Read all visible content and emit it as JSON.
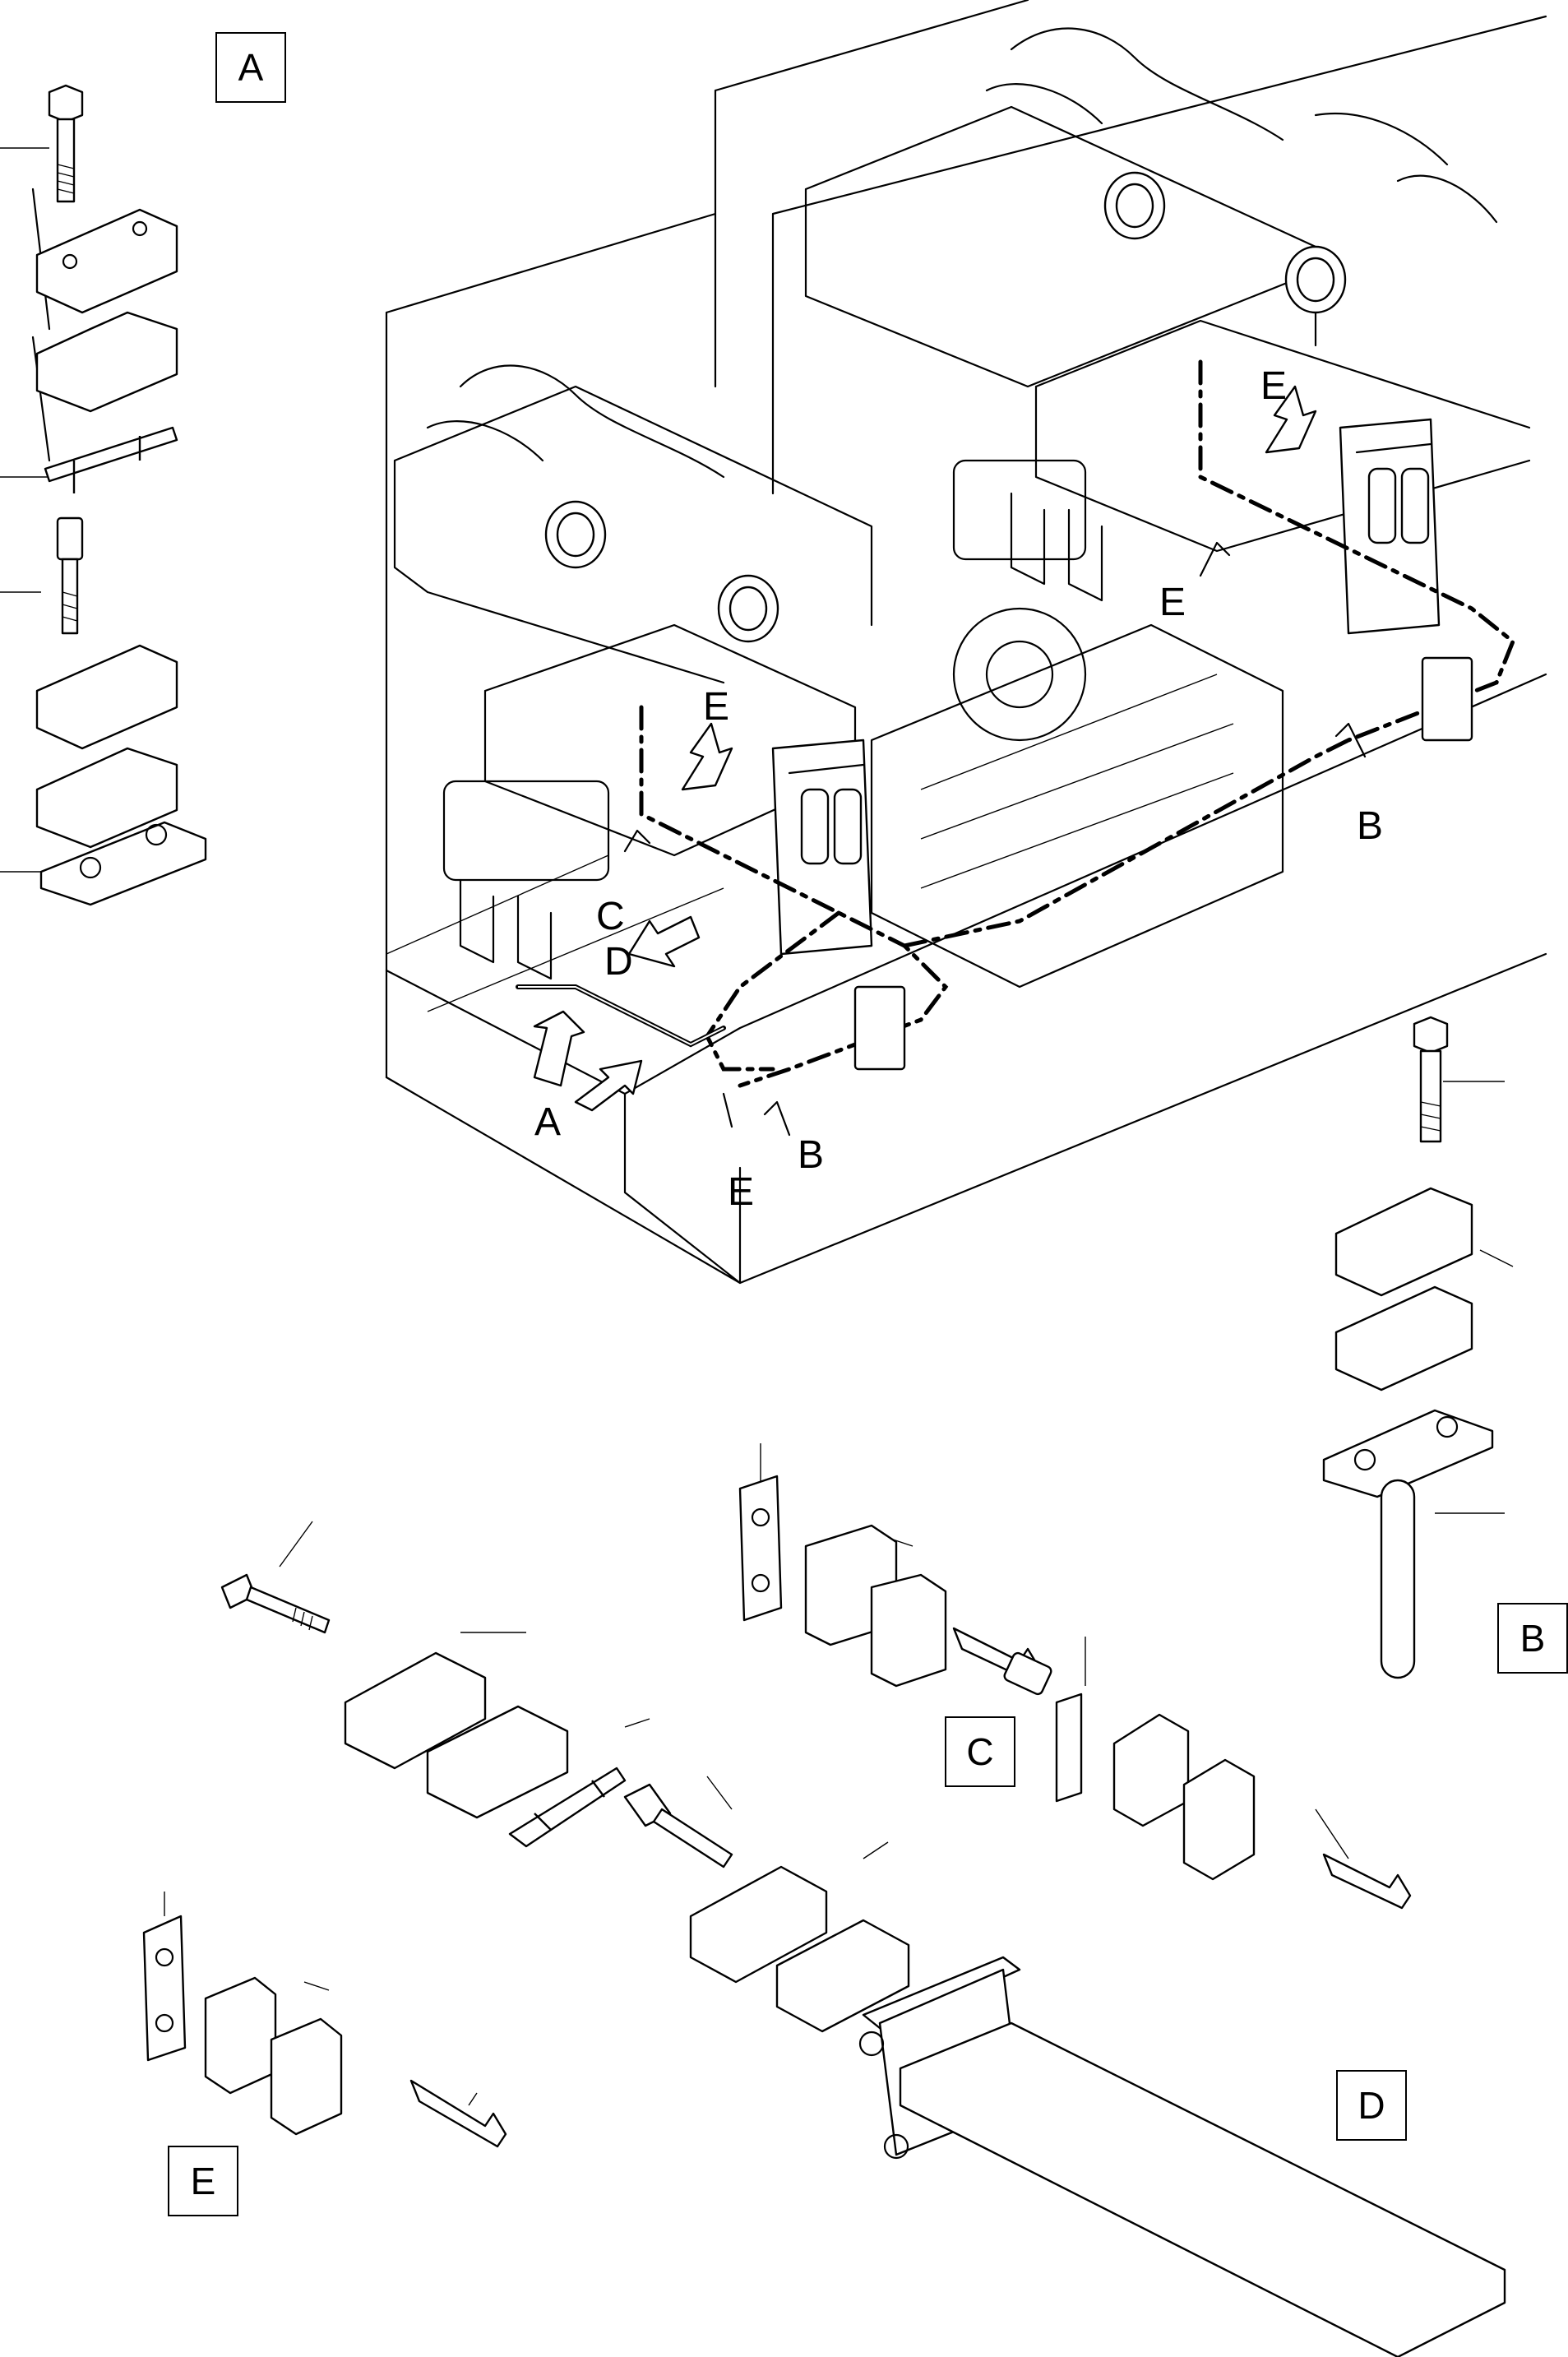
{
  "diagram": {
    "detail_labels": [
      "A",
      "B",
      "C",
      "D",
      "E"
    ],
    "callout_labels": {
      "a": "A",
      "b1": "B",
      "b2": "B",
      "c": "C",
      "d": "D",
      "e1": "E",
      "e2": "E",
      "e3": "E",
      "e4": "E"
    }
  }
}
